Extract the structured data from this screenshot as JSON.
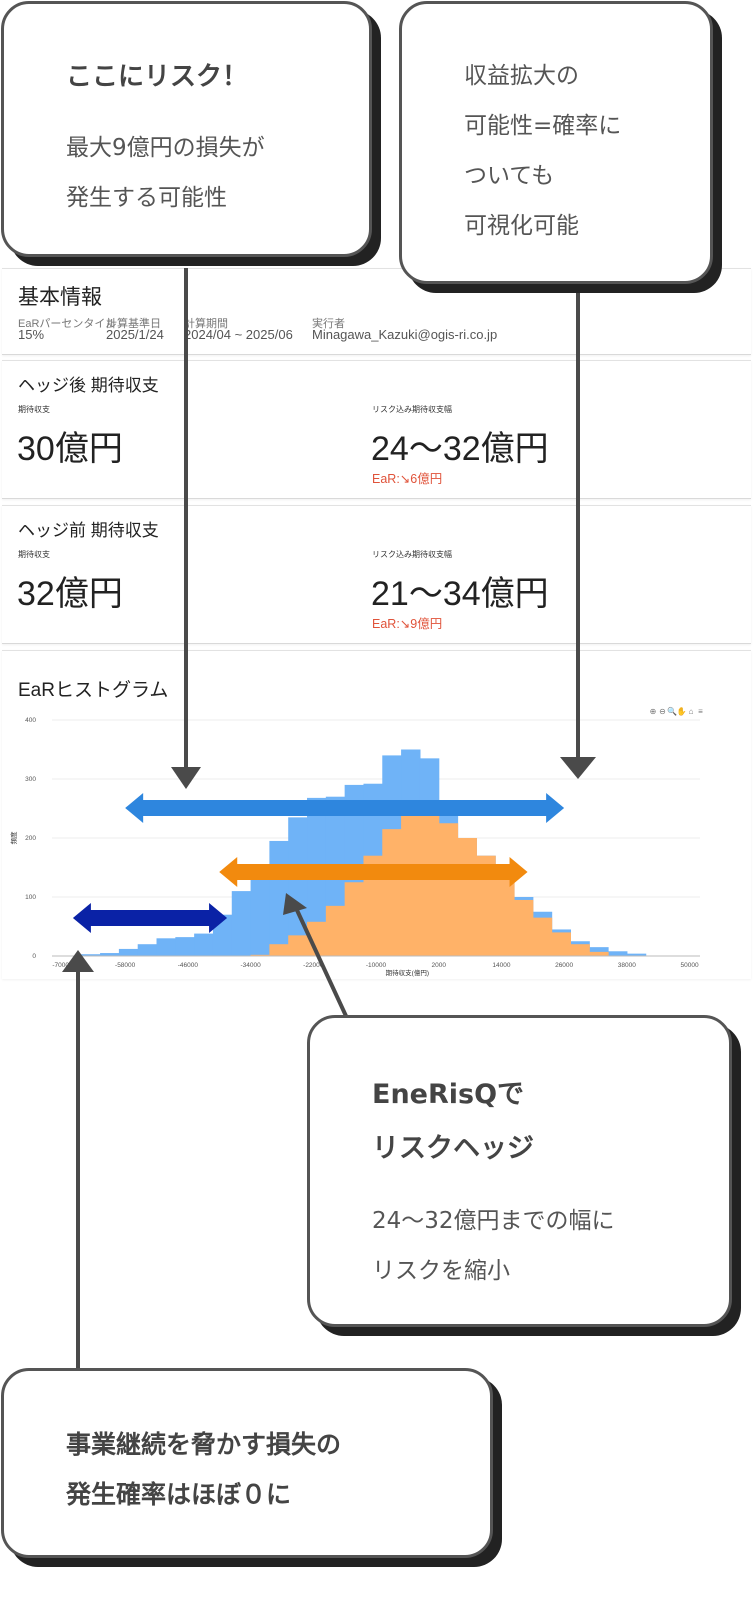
{
  "basic": {
    "title": "基本情報",
    "items": [
      {
        "label": "EaRパーセンタイル",
        "value": "15%"
      },
      {
        "label": "計算基準日",
        "value": "2025/1/24"
      },
      {
        "label": "計算期間",
        "value": "2024/04 ~ 2025/06"
      },
      {
        "label": "実行者",
        "value": "Minagawa_Kazuki@ogis-ri.co.jp"
      }
    ]
  },
  "after_hedge": {
    "title": "ヘッジ後 期待収支",
    "expected_label": "期待収支",
    "expected_value": "30億円",
    "range_label": "リスク込み期待収支幅",
    "range_value": "24〜32億円",
    "ear": "EaR:↘6億円"
  },
  "before_hedge": {
    "title": "ヘッジ前 期待収支",
    "expected_label": "期待収支",
    "expected_value": "32億円",
    "range_label": "リスク込み期待収支幅",
    "range_value": "21〜34億円",
    "ear": "EaR:↘9億円"
  },
  "histogram": {
    "title": "EaRヒストグラム",
    "toolbar_icons": [
      "zoom-in-icon",
      "zoom-out-icon",
      "magnifier-icon",
      "pan-hand-icon",
      "home-icon",
      "menu-icon"
    ]
  },
  "chart_data": {
    "type": "bar",
    "xlabel": "期待収支(億円)",
    "ylabel": "頻度",
    "xlim": [
      -72000,
      52000
    ],
    "ylim": [
      0,
      400
    ],
    "x_ticks": [
      -70000,
      -58000,
      -46000,
      -34000,
      -22000,
      -10000,
      2000,
      14000,
      26000,
      38000,
      50000
    ],
    "y_ticks": [
      0,
      100,
      200,
      300,
      400
    ],
    "bin_width": 3600,
    "grid": true,
    "series": [
      {
        "color": "#6fb3f7",
        "bins": [
          {
            "x": -64600,
            "y": 3
          },
          {
            "x": -61000,
            "y": 5
          },
          {
            "x": -57400,
            "y": 12
          },
          {
            "x": -53800,
            "y": 20
          },
          {
            "x": -50200,
            "y": 30
          },
          {
            "x": -46600,
            "y": 32
          },
          {
            "x": -43000,
            "y": 38
          },
          {
            "x": -39400,
            "y": 70
          },
          {
            "x": -35800,
            "y": 110
          },
          {
            "x": -32200,
            "y": 150
          },
          {
            "x": -28600,
            "y": 195
          },
          {
            "x": -25000,
            "y": 235
          },
          {
            "x": -21400,
            "y": 268
          },
          {
            "x": -17800,
            "y": 270
          },
          {
            "x": -14200,
            "y": 290
          },
          {
            "x": -10600,
            "y": 292
          },
          {
            "x": -7000,
            "y": 340
          },
          {
            "x": -3400,
            "y": 350
          },
          {
            "x": 200,
            "y": 335
          },
          {
            "x": 3800,
            "y": 250
          },
          {
            "x": 7400,
            "y": 200
          },
          {
            "x": 11000,
            "y": 170
          },
          {
            "x": 14600,
            "y": 140
          },
          {
            "x": 18200,
            "y": 100
          },
          {
            "x": 21800,
            "y": 75
          },
          {
            "x": 25400,
            "y": 45
          },
          {
            "x": 29000,
            "y": 25
          },
          {
            "x": 32600,
            "y": 15
          },
          {
            "x": 36200,
            "y": 8
          },
          {
            "x": 39800,
            "y": 4
          }
        ]
      },
      {
        "color": "#ffb268",
        "bins": [
          {
            "x": -32200,
            "y": 2
          },
          {
            "x": -28600,
            "y": 20
          },
          {
            "x": -25000,
            "y": 35
          },
          {
            "x": -21400,
            "y": 58
          },
          {
            "x": -17800,
            "y": 85
          },
          {
            "x": -14200,
            "y": 125
          },
          {
            "x": -10600,
            "y": 170
          },
          {
            "x": -7000,
            "y": 215
          },
          {
            "x": -3400,
            "y": 238
          },
          {
            "x": 200,
            "y": 240
          },
          {
            "x": 3800,
            "y": 225
          },
          {
            "x": 7400,
            "y": 200
          },
          {
            "x": 11000,
            "y": 170
          },
          {
            "x": 14600,
            "y": 133
          },
          {
            "x": 18200,
            "y": 95
          },
          {
            "x": 21800,
            "y": 65
          },
          {
            "x": 25400,
            "y": 40
          },
          {
            "x": 29000,
            "y": 20
          },
          {
            "x": 32600,
            "y": 7
          }
        ]
      }
    ],
    "range_arrows": [
      {
        "name": "before-hedge-range",
        "color": "#2e86de",
        "from": -58000,
        "to": 26000
      },
      {
        "name": "after-hedge-range",
        "color": "#f28a0e",
        "from": -40000,
        "to": 19000
      },
      {
        "name": "loss-range",
        "color": "#0a22a6",
        "from": -68000,
        "to": -38500
      }
    ]
  },
  "callouts": {
    "risk": {
      "title": "ここにリスク！",
      "lines": [
        "最大9億円の損失が",
        "発生する可能性"
      ]
    },
    "gain": {
      "lines": [
        "収益拡大の",
        "可能性=確率に",
        "ついても",
        "可視化可能"
      ]
    },
    "hedge": {
      "title_lines": [
        "EneRisQで",
        "リスクヘッジ"
      ],
      "lines": [
        "24〜32億円までの幅に",
        "リスクを縮小"
      ]
    },
    "continuity": {
      "lines": [
        "事業継続を脅かす損失の",
        "発生確率はほぼ０に"
      ]
    }
  }
}
